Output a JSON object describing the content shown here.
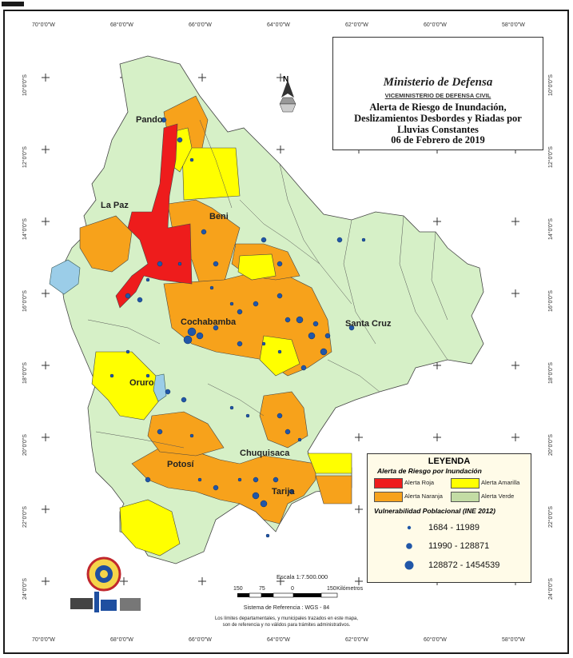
{
  "title_block": {
    "ministry": "Ministerio de Defensa",
    "viceministry": "VICEMINISTERIO DE DEFENSA CIVIL",
    "title_line1": "Alerta de Riesgo de Inundación,",
    "title_line2": "Deslizamientos Desbordes y Riadas por",
    "title_line3": "Lluvias Constantes",
    "date": "06 de Febrero de 2019"
  },
  "north_arrow": "N",
  "longitude_ticks": [
    "70°0'0\"W",
    "68°0'0\"W",
    "66°0'0\"W",
    "64°0'0\"W",
    "62°0'0\"W",
    "60°0'0\"W",
    "58°0'0\"W"
  ],
  "latitude_ticks": [
    "10°0'0\"S",
    "12°0'0\"S",
    "14°0'0\"S",
    "16°0'0\"S",
    "18°0'0\"S",
    "20°0'0\"S",
    "22°0'0\"S",
    "24°0'0\"S"
  ],
  "departments": [
    {
      "name": "Pando"
    },
    {
      "name": "La Paz"
    },
    {
      "name": "Beni"
    },
    {
      "name": "Cochabamba"
    },
    {
      "name": "Santa Cruz"
    },
    {
      "name": "Oruro"
    },
    {
      "name": "Potosí"
    },
    {
      "name": "Chuquisaca"
    },
    {
      "name": "Tarija"
    }
  ],
  "legend": {
    "title": "LEYENDA",
    "risk_title": "Alerta de Riesgo por Inundación",
    "risk_classes": [
      {
        "label": "Alerta Roja",
        "color": "#ee1c1c"
      },
      {
        "label": "Alerta Amarilla",
        "color": "#ffff00"
      },
      {
        "label": "Alerta Naranja",
        "color": "#f7a21b"
      },
      {
        "label": "Alerta Verde",
        "color": "#c3dca4"
      }
    ],
    "vuln_title": "Vulnerabilidad Poblacional (INE 2012)",
    "vuln_classes": [
      {
        "label": "1684 - 11989"
      },
      {
        "label": "11990 - 128871"
      },
      {
        "label": "128872 - 1454539"
      }
    ]
  },
  "scale": {
    "label": "Escala 1:7.500.000",
    "numbers": [
      "150",
      "75",
      "0",
      "150"
    ],
    "unit": "Kilómetros"
  },
  "reference_system": "Sistema de Referencia : WGS - 84",
  "note_line1": "Los límites departamentales, y municipales trazados en este mapa,",
  "note_line2": "son de referencia y no válidos para trámites administrativos.",
  "colors": {
    "background_fill": "#d6f0c7",
    "lake": "#9bcde8",
    "point": "#2157a8"
  }
}
